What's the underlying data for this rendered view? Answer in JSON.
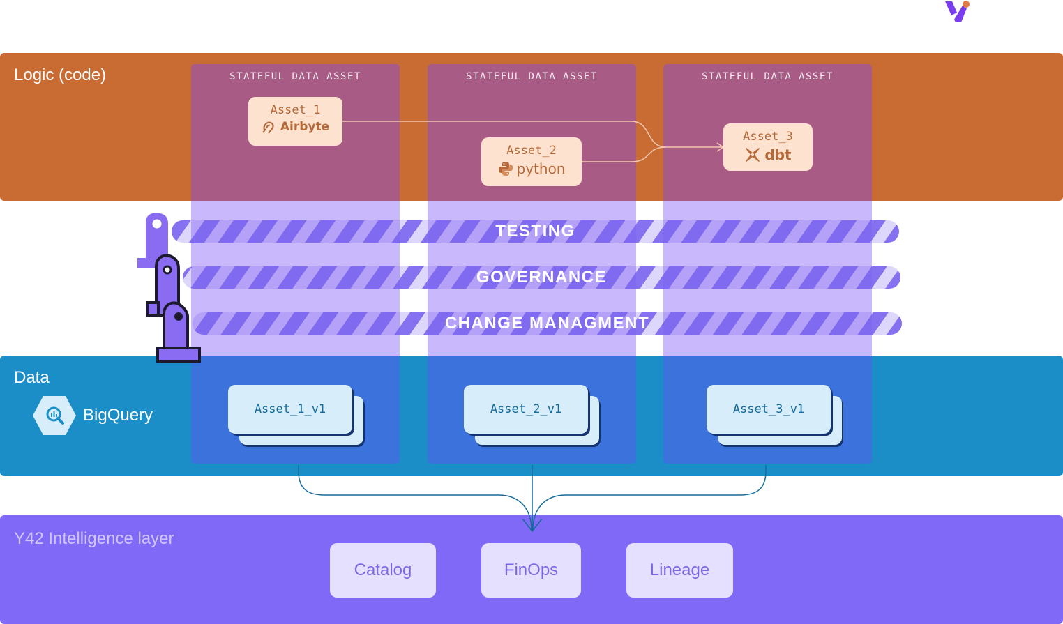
{
  "logic_layer": {
    "title": "Logic (code)"
  },
  "data_layer": {
    "title": "Data",
    "warehouse": "BigQuery"
  },
  "intelligence_layer": {
    "title": "Y42 Intelligence layer",
    "items": [
      "Catalog",
      "FinOps",
      "Lineage"
    ]
  },
  "columns": [
    {
      "label": "STATEFUL DATA ASSET",
      "asset": "Asset_1",
      "tool": "Airbyte",
      "version": "Asset_1_v1"
    },
    {
      "label": "STATEFUL DATA ASSET",
      "asset": "Asset_2",
      "tool": "python",
      "version": "Asset_2_v1"
    },
    {
      "label": "STATEFUL DATA ASSET",
      "asset": "Asset_3",
      "tool": "dbt",
      "version": "Asset_3_v1"
    }
  ],
  "practices": [
    "TESTING",
    "GOVERNANCE",
    "CHANGE MANAGMENT"
  ],
  "colors": {
    "logic": "#c96c33",
    "data": "#1b8ec8",
    "intelligence": "#8069f6",
    "column_top": "#a85b84",
    "column_mid": "#c9b8fb",
    "column_bottom": "#3b72dc"
  },
  "icons": [
    "y42-logo-icon",
    "airbyte-icon",
    "python-icon",
    "dbt-icon",
    "bigquery-icon",
    "rocket-icon"
  ]
}
